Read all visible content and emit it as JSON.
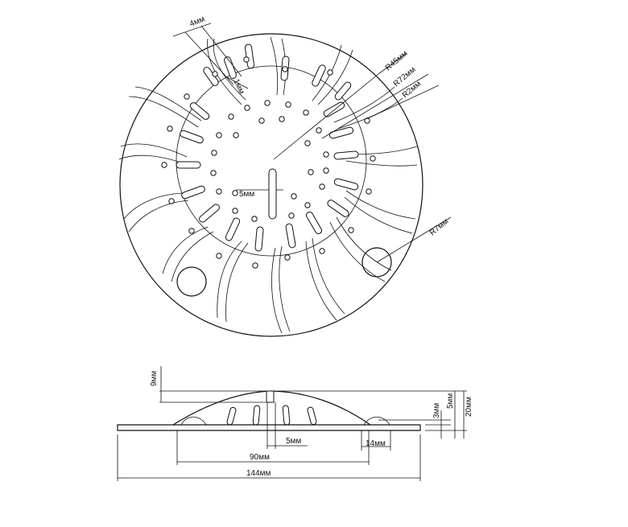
{
  "labels": {
    "top_4mm": "4мм",
    "top_1mm": "1мм",
    "r45": "R45мм",
    "r72": "R72мм",
    "r2": "R2мм",
    "r7": "R7мм",
    "top_5mm": "5мм",
    "side_9mm": "9мм",
    "side_3mm": "3мм",
    "side_5mm": "5мм",
    "side_20mm": "20мм",
    "bottom_5mm": "5мм",
    "bottom_14mm": "14мм",
    "bottom_90mm": "90мм",
    "bottom_144mm": "144мм"
  }
}
